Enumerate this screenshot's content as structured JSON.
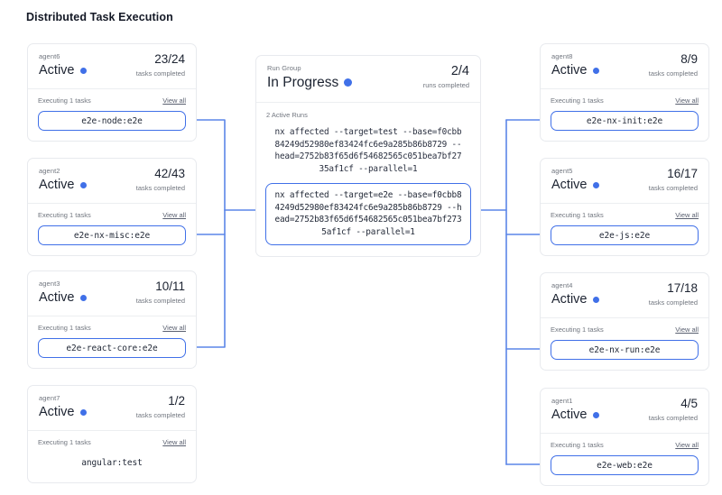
{
  "page": {
    "title": "Distributed Task Execution",
    "accent_color": "#4070e8",
    "card_border_color": "#e8eaee",
    "muted_text_color": "#71767f"
  },
  "labels": {
    "tasks_completed": "tasks completed",
    "runs_completed": "runs completed",
    "view_all": "View all",
    "executing": "Executing 1 tasks",
    "status_active": "Active"
  },
  "center": {
    "group_label": "Run Group",
    "status": "In Progress",
    "count": "2/4",
    "count_sub": "runs completed",
    "active_runs_label": "2 Active Runs",
    "runs": [
      {
        "command": "nx affected --target=test --base=f0cbb84249d52980ef83424fc6e9a285b86b8729 --head=2752b83f65d6f54682565c051bea7bf2735af1cf --parallel=1",
        "highlighted": false
      },
      {
        "command": "nx affected --target=e2e --base=f0cbb84249d52980ef83424fc6e9a285b86b8729 --head=2752b83f65d6f54682565c051bea7bf2735af1cf --parallel=1",
        "highlighted": true
      }
    ]
  },
  "left_agents": [
    {
      "name": "agent6",
      "status": "Active",
      "count": "23/24",
      "count_sub": "tasks completed",
      "executing": "Executing 1 tasks",
      "view_all": "View all",
      "task": "e2e-node:e2e",
      "highlighted": true
    },
    {
      "name": "agent2",
      "status": "Active",
      "count": "42/43",
      "count_sub": "tasks completed",
      "executing": "Executing 1 tasks",
      "view_all": "View all",
      "task": "e2e-nx-misc:e2e",
      "highlighted": true
    },
    {
      "name": "agent3",
      "status": "Active",
      "count": "10/11",
      "count_sub": "tasks completed",
      "executing": "Executing 1 tasks",
      "view_all": "View all",
      "task": "e2e-react-core:e2e",
      "highlighted": true
    },
    {
      "name": "agent7",
      "status": "Active",
      "count": "1/2",
      "count_sub": "tasks completed",
      "executing": "Executing 1 tasks",
      "view_all": "View all",
      "task": "angular:test",
      "highlighted": false
    }
  ],
  "right_agents": [
    {
      "name": "agent8",
      "status": "Active",
      "count": "8/9",
      "count_sub": "tasks completed",
      "executing": "Executing 1 tasks",
      "view_all": "View all",
      "task": "e2e-nx-init:e2e",
      "highlighted": true
    },
    {
      "name": "agent5",
      "status": "Active",
      "count": "16/17",
      "count_sub": "tasks completed",
      "executing": "Executing 1 tasks",
      "view_all": "View all",
      "task": "e2e-js:e2e",
      "highlighted": true
    },
    {
      "name": "agent4",
      "status": "Active",
      "count": "17/18",
      "count_sub": "tasks completed",
      "executing": "Executing 1 tasks",
      "view_all": "View all",
      "task": "e2e-nx-run:e2e",
      "highlighted": true
    },
    {
      "name": "agent1",
      "status": "Active",
      "count": "4/5",
      "count_sub": "tasks completed",
      "executing": "Executing 1 tasks",
      "view_all": "View all",
      "task": "e2e-web:e2e",
      "highlighted": true
    }
  ]
}
